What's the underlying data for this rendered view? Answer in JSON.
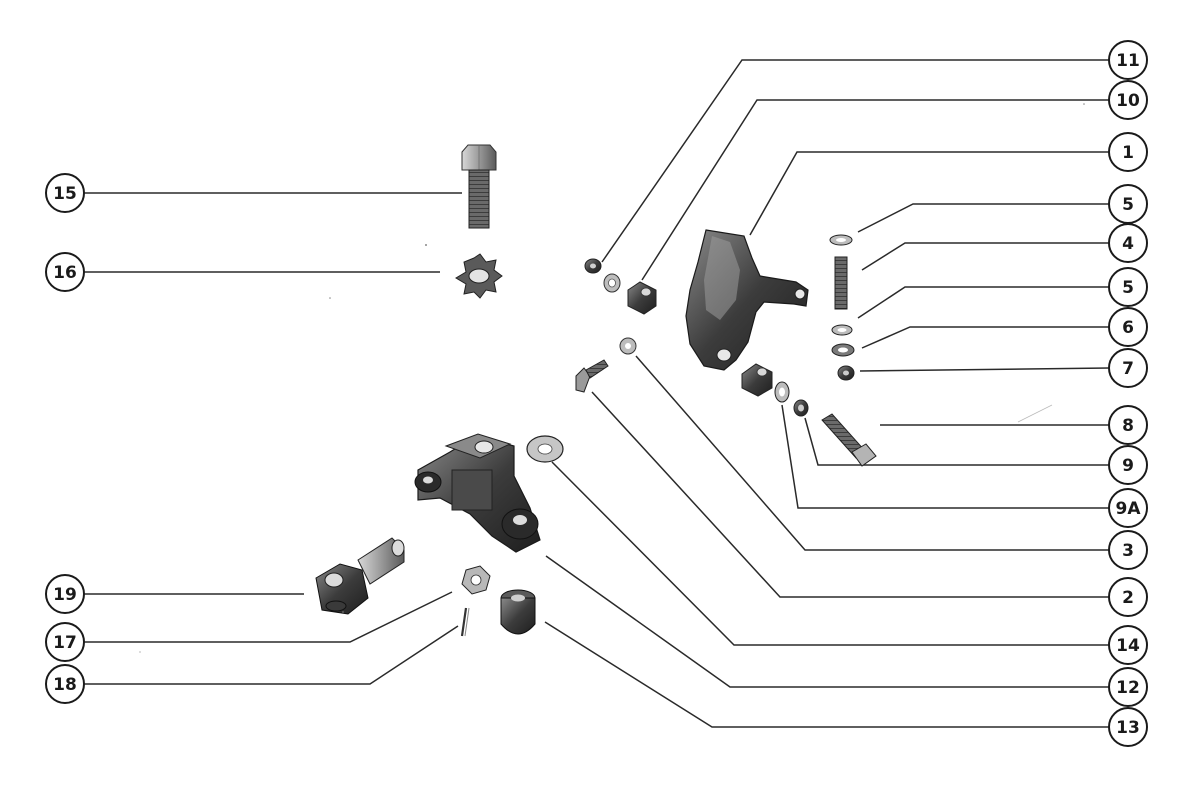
{
  "diagram": {
    "callouts": [
      {
        "id": "c11",
        "label": "11"
      },
      {
        "id": "c10",
        "label": "10"
      },
      {
        "id": "c1",
        "label": "1"
      },
      {
        "id": "c5a",
        "label": "5"
      },
      {
        "id": "c4",
        "label": "4"
      },
      {
        "id": "c5b",
        "label": "5"
      },
      {
        "id": "c6",
        "label": "6"
      },
      {
        "id": "c7",
        "label": "7"
      },
      {
        "id": "c8",
        "label": "8"
      },
      {
        "id": "c9",
        "label": "9"
      },
      {
        "id": "c9a",
        "label": "9A"
      },
      {
        "id": "c3",
        "label": "3"
      },
      {
        "id": "c2",
        "label": "2"
      },
      {
        "id": "c14",
        "label": "14"
      },
      {
        "id": "c12",
        "label": "12"
      },
      {
        "id": "c13",
        "label": "13"
      },
      {
        "id": "c15",
        "label": "15"
      },
      {
        "id": "c16",
        "label": "16"
      },
      {
        "id": "c19",
        "label": "19"
      },
      {
        "id": "c17",
        "label": "17"
      },
      {
        "id": "c18",
        "label": "18"
      }
    ]
  }
}
